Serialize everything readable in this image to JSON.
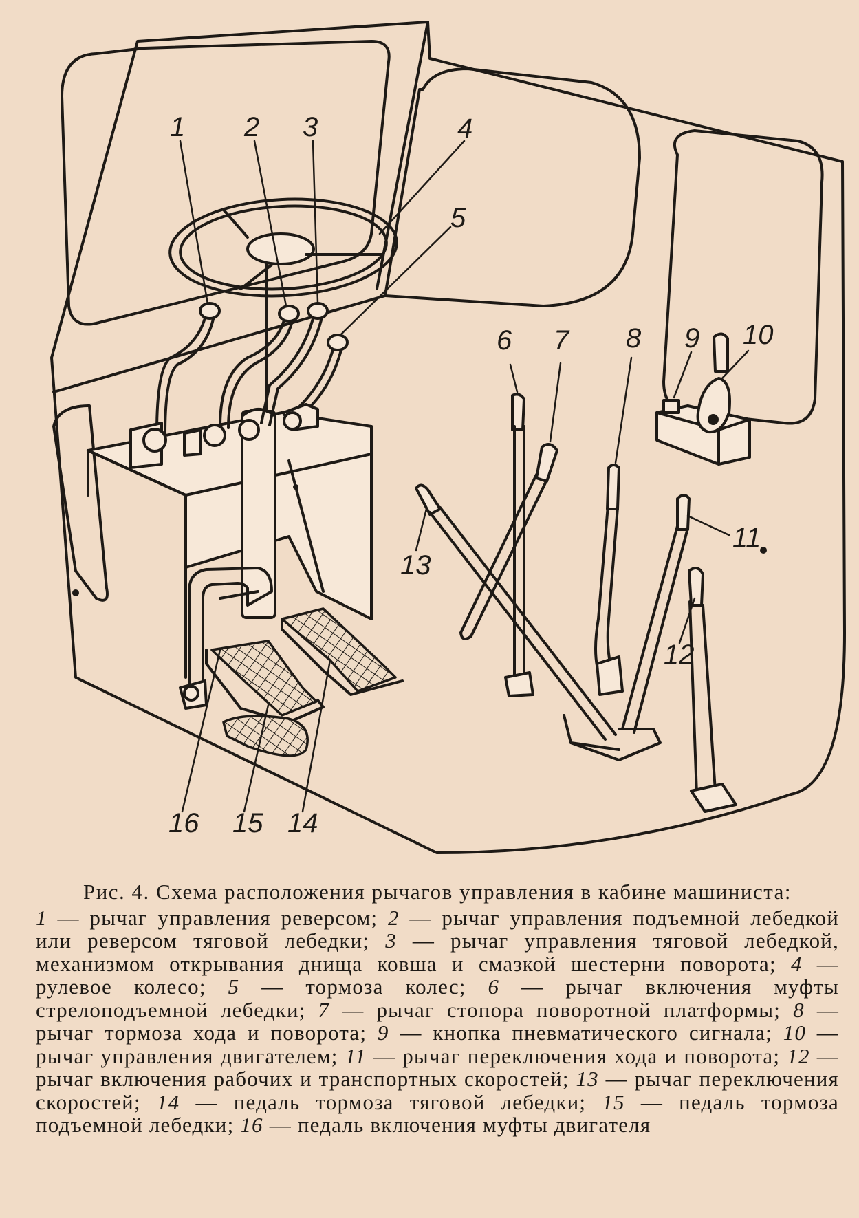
{
  "figure": {
    "callout_numbers": [
      "1",
      "2",
      "3",
      "4",
      "5",
      "6",
      "7",
      "8",
      "9",
      "10",
      "11",
      "12",
      "13",
      "14",
      "15",
      "16"
    ]
  },
  "caption": {
    "title": "Рис. 4. Схема расположения рычагов управления в кабине машиниста:",
    "items": [
      {
        "num": "1",
        "text": "рычаг управления реверсом;"
      },
      {
        "num": "2",
        "text": "рычаг управления подъемной лебедкой или реверсом тяговой лебедки;"
      },
      {
        "num": "3",
        "text": "рычаг управления тяговой лебедкой, механизмом открывания днища ковша и смазкой шестерни поворота;"
      },
      {
        "num": "4",
        "text": "рулевое колесо;"
      },
      {
        "num": "5",
        "text": "тормоза колес;"
      },
      {
        "num": "6",
        "text": "рычаг включения муфты стрелоподъемной лебедки;"
      },
      {
        "num": "7",
        "text": "рычаг стопора поворотной платформы;"
      },
      {
        "num": "8",
        "text": "рычаг тормоза хода и поворота;"
      },
      {
        "num": "9",
        "text": "кнопка пневматического сигнала;"
      },
      {
        "num": "10",
        "text": "рычаг управления двигателем;"
      },
      {
        "num": "11",
        "text": "рычаг переключения хода и поворота;"
      },
      {
        "num": "12",
        "text": "рычаг включения рабочих и транспортных скоростей;"
      },
      {
        "num": "13",
        "text": "рычаг переключения скоростей;"
      },
      {
        "num": "14",
        "text": "педаль тормоза тяговой лебедки;"
      },
      {
        "num": "15",
        "text": "педаль тормоза подъемной лебедки;"
      },
      {
        "num": "16",
        "text": "педаль включения муфты двигателя"
      }
    ]
  }
}
